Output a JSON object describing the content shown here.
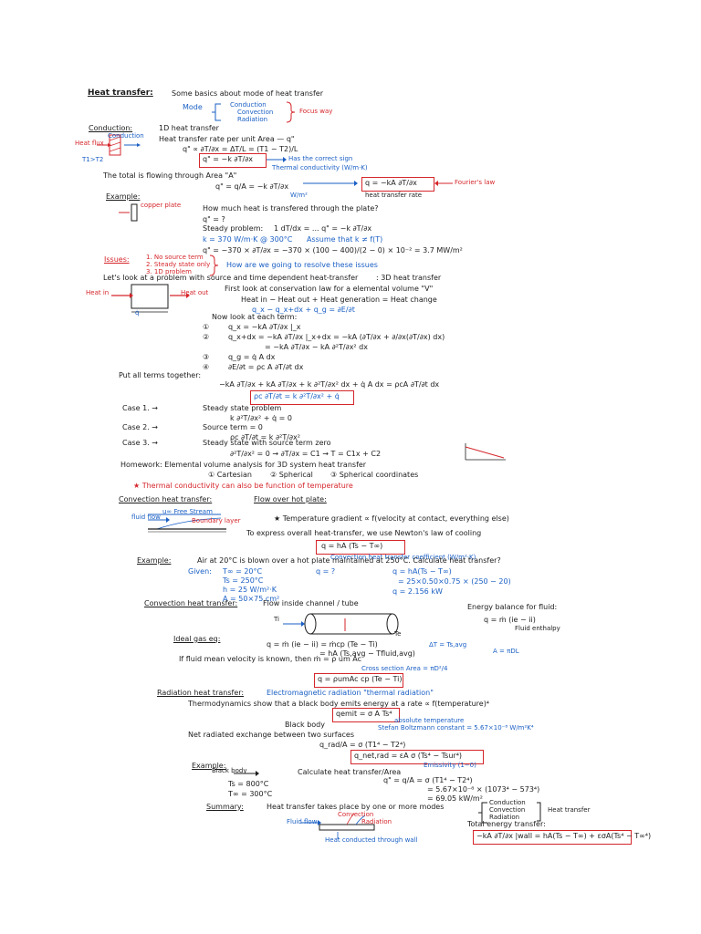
{
  "colors": {
    "ink": "#1c1c1c",
    "blue": "#1a5fc4",
    "red": "#d5262b",
    "paper": "#ffffff"
  },
  "header": {
    "title": "Heat transfer:",
    "subtitle": "Some basics about mode of heat transfer"
  },
  "modes": {
    "prefix": "Mode",
    "items": [
      "Conduction",
      "Convection",
      "Radiation"
    ],
    "note": "Focus way"
  },
  "conduction": {
    "heading": "Conduction:",
    "subheading": "1D heat transfer",
    "rate_label": "Heat transfer rate per unit Area — q\"",
    "eq1": "q\" ∝ ∂T/∂x = ΔT/L = (T1 − T2)/L",
    "eq2": "q\" = −k ∂T/∂x",
    "sign_note": "Has the correct sign",
    "k_note": "Thermal conductivity (W/m·K)",
    "fig_label": "Conduction",
    "fig_sub": "T1>T2",
    "flux_label": "Heat flux",
    "total_label": "The total is flowing through Area \"A\"",
    "eq3": "q\" = q/A = −k ∂T/∂x",
    "eq3_units": "W/m²",
    "eq4": "q = −kA ∂T/∂x",
    "eq4_note": "Fourier's law",
    "eq4_sub": "heat transfer rate"
  },
  "example1": {
    "heading": "Example:",
    "fig_label": "copper plate",
    "question": "How much heat is transfered through the plate?",
    "q": "q\" = ?",
    "steady": "Steady problem:",
    "steady_eq": "1  dT/dx = ...  q\" = −k ∂T/∂x",
    "given": "k = 370 W/m·K  @ 300°C",
    "assume": "Assume that k ≠ f(T)",
    "result": "q\" = −370 × ∂T/∂x = −370 × (100 − 400)/(2 − 0) × 10⁻² = 3.7 MW/m²"
  },
  "issues": {
    "label": "Issues:",
    "items": [
      "1. No source term",
      "2. Steady state only",
      "3. 1D problem"
    ],
    "note": "How are we going to resolve these issues"
  },
  "general": {
    "intro": "Let's look at a problem with source and time dependent heat-transfer",
    "intro_tag": ": 3D heat transfer",
    "conservation": "First look at conservation law for a elemental volume \"V\"",
    "word_eq": "Heat in − Heat out + Heat generation = Heat change",
    "sym_eq": "q_x − q_x+dx + q_g = ∂E/∂t",
    "fig_heat": "Heat in",
    "fig_out": "Heat out",
    "fig_q": "q̇",
    "each_term": "Now look at each term:",
    "terms": [
      "q_x = −kA ∂T/∂x |_x",
      "q_x+dx = −kA ∂T/∂x |_x+dx = −kA (∂T/∂x + ∂/∂x(∂T/∂x) dx)",
      "= −kA ∂T/∂x − kA ∂²T/∂x² dx",
      "q_g = q̇ A dx",
      "∂E/∂t = ρc A ∂T/∂t dx"
    ],
    "put_together": "Put all terms together:",
    "combined": "−kA ∂T/∂x + kA ∂T/∂x + k ∂²T/∂x² dx + q̇ A dx = ρcA ∂T/∂t dx",
    "boxed": "ρc ∂T/∂t = k ∂²T/∂x² + q̇",
    "cases": [
      {
        "label": "Case 1. →",
        "text": "Steady state problem",
        "eq": "k ∂²T/∂x² + q̇ = 0"
      },
      {
        "label": "Case 2. →",
        "text": "Source term = 0",
        "eq": "ρc ∂T/∂t = k ∂²T/∂x²"
      },
      {
        "label": "Case 3. →",
        "text": "Steady state with source term zero",
        "eq": "∂²T/∂x² = 0 → ∂T/∂x = C1 → T = C1x + C2"
      }
    ],
    "homework": "Homework:  Elemental volume analysis for 3D system heat transfer",
    "coords": [
      "① Cartesian",
      "② Spherical",
      "③ Spherical  coordinates"
    ],
    "warning": "★  Thermal conductivity can also be function of temperature"
  },
  "convection": {
    "heading": "Convection heat transfer:",
    "sub": "Flow over hot plate:",
    "fluid": "fluid flow",
    "free_stream": "u∞ Free Stream",
    "boundary": "Boundary layer",
    "bullet": "★  Temperature gradient ∝ f(velocity at contact, everything else)",
    "bullet2": "To express overall heat-transfer, we use Newton's law of cooling",
    "newton": "q = hA (Ts − T∞)",
    "h_note": "Convection heat transfer coefficient (W/m²·K)",
    "example_label": "Example:",
    "example_text": "Air at 20°C is blown over a hot plate maintained at 250°C. Calculate heat transfer?",
    "given_label": "Given:",
    "given": [
      "T∞ = 20°C",
      "Ts = 250°C",
      "h = 25 W/m²·K",
      "A = 50×75 cm²"
    ],
    "find": "q = ?",
    "solve": [
      "q = hA(Ts − T∞)",
      "= 25×0.50×0.75 × (250 − 20)",
      "q = 2.156 kW"
    ]
  },
  "internal": {
    "heading": "Convection heat transfer:",
    "sub": "Flow inside channel / tube",
    "energy": "Energy balance for fluid:",
    "energy_eq": "q = ṁ (ie − ii)",
    "fluid_enth": "Fluid enthalpy",
    "tube_in": "Ti",
    "tube_out": "Te",
    "ideal": "Ideal gas eq:",
    "ideal_eq1": "q = ṁ (ie − ii) = ṁcp (Te − Ti)",
    "ideal_eq2": "= hA (Ts,avg − Tfluid,avg)",
    "dt_note": "ΔT = Ts,avg",
    "a_note": "A = πDL",
    "mean_vel": "If fluid mean velocity is known, then ṁ = ρ um Ac",
    "cross": "Cross section Area = πD²/4",
    "boxed": "q = ρumAc cp (Te − Ti)"
  },
  "radiation": {
    "heading": "Radiation heat transfer:",
    "sub": "Electromagnetic radiation  \"thermal radiation\"",
    "thermo": "Thermodynamics show that a black body emits energy at a rate ∝ f(temperature)⁴",
    "blackbody": "Black body",
    "boxed": "qemit = σ A Ts⁴",
    "abs_temp": "absolute temperature",
    "stefan": "Stefan Boltzmann constant = 5.67×10⁻⁸ W/m²K⁴",
    "net_label": "Net radiated exchange between two surfaces",
    "net_eq": "q_rad/A = σ (T1⁴ − T2⁴)",
    "boxed2": "q_net,rad = εA σ (Ts⁴ − Tsur⁴)",
    "emissivity": "Emissivity (1−0)",
    "example_label": "Example:",
    "example_fig": "Black body",
    "calc": "Calculate heat transfer/Area",
    "given": [
      "Ts = 800°C",
      "T∞ = 300°C"
    ],
    "sol": [
      "q\" = q/A = σ (T1⁴ − T2⁴)",
      "= 5.67×10⁻⁸ × (1073⁴ − 573⁴)",
      "= 69.05 kW/m²"
    ]
  },
  "summary": {
    "heading": "Summary:",
    "text": "Heat transfer takes place by one or more modes",
    "modes": [
      "Conduction",
      "Convection",
      "Radiation"
    ],
    "modes_note": "Heat transfer",
    "fig_conv": "Convection",
    "fig_rad": "Radiation",
    "fig_cond": "Heat conducted through wall",
    "fig_flow": "Fluid flow",
    "total": "Total energy transfer:",
    "boxed": "−kA ∂T/∂x |wall = hA(Ts − T∞) + εσA(Ts⁴ − T∞⁴)"
  }
}
